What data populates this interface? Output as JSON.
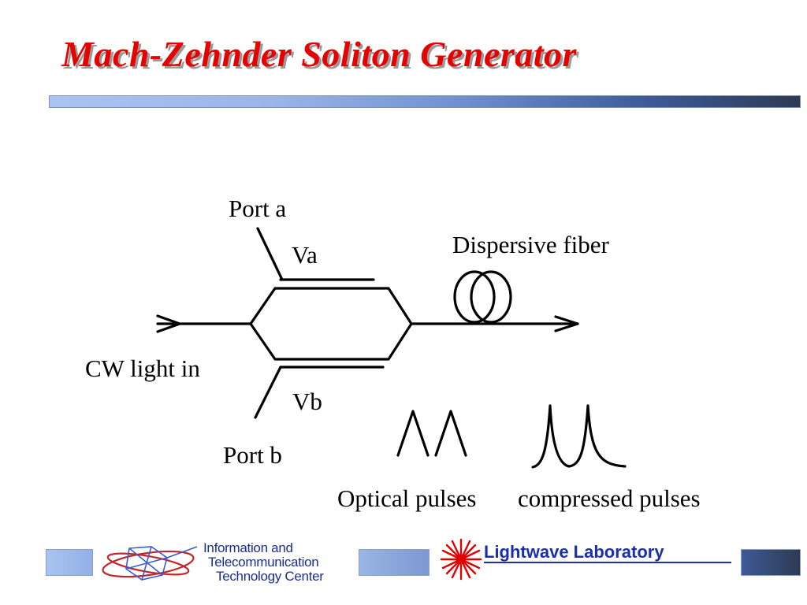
{
  "slide": {
    "title": "Mach-Zehnder Soliton Generator"
  },
  "diagram": {
    "port_a": "Port a",
    "port_b": "Port b",
    "va": "Va",
    "vb": "Vb",
    "input": "CW light in",
    "fiber": "Dispersive fiber",
    "optical_pulses": "Optical pulses",
    "compressed_pulses": "compressed pulses"
  },
  "footer": {
    "itc_line1": "Information and",
    "itc_line2": "Telecommunication",
    "itc_line3": "Technology Center",
    "lab": "Lightwave Laboratory"
  },
  "colors": {
    "title": "#e60000",
    "title_shadow": "#9a9a9a",
    "accent_light": "#a9c4f0",
    "accent_dark": "#2e3a52",
    "footer_text": "#1a2fb0"
  }
}
